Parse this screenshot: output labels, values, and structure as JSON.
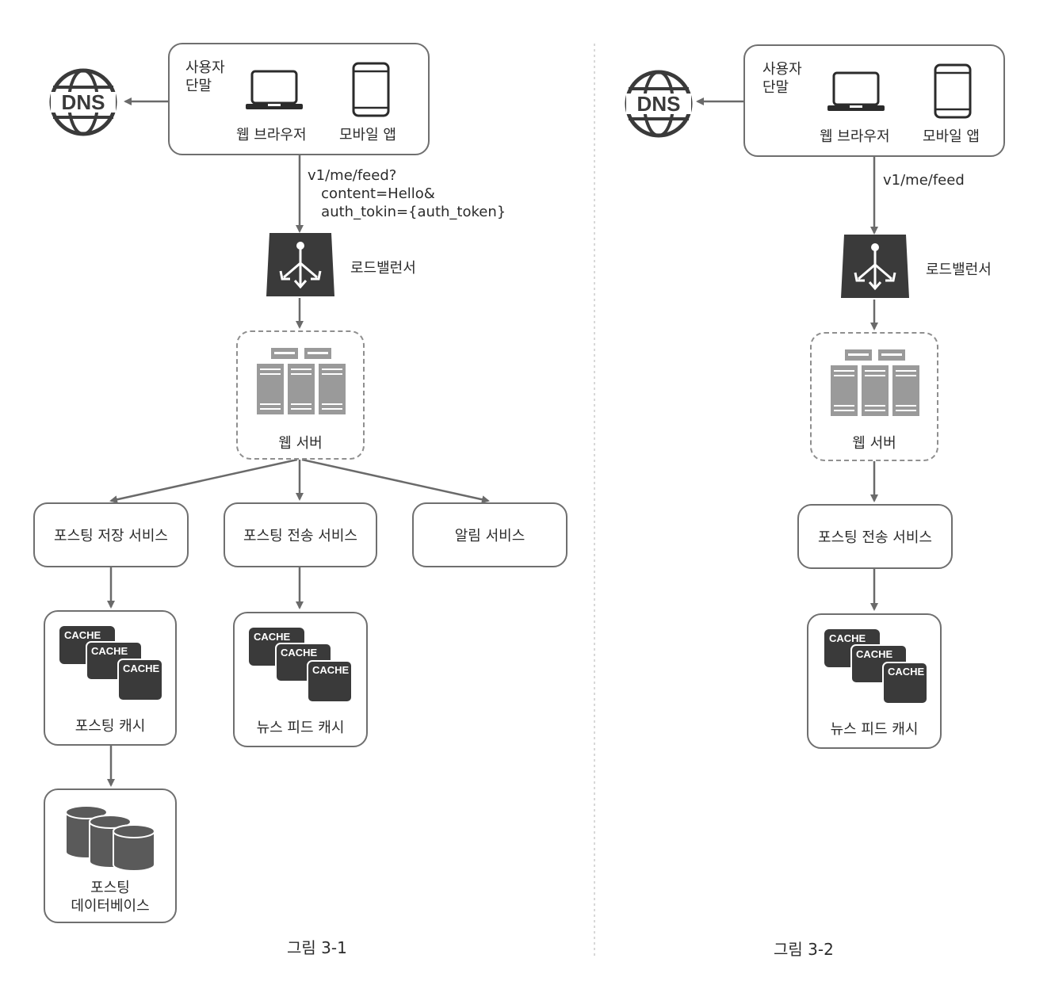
{
  "left": {
    "user_device": {
      "label": "사용자\n단말",
      "web_browser": "웹 브라우저",
      "mobile_app": "모바일 앱"
    },
    "dns": {
      "label": "DNS"
    },
    "api_call": "v1/me/feed?\n   content=Hello&\n   auth_tokin={auth_token}",
    "load_balancer": "로드밸런서",
    "web_server": "웹 서버",
    "services": [
      "포스팅 저장 서비스",
      "포스팅 전송 서비스",
      "알림 서비스"
    ],
    "cache_word": "CACHE",
    "post_cache": "포스팅 캐시",
    "news_feed_cache": "뉴스 피드 캐시",
    "post_db": "포스팅\n데이터베이스",
    "caption": "그림 3-1"
  },
  "right": {
    "user_device": {
      "label": "사용자\n단말",
      "web_browser": "웹 브라우저",
      "mobile_app": "모바일 앱"
    },
    "dns": {
      "label": "DNS"
    },
    "api_call": "v1/me/feed",
    "load_balancer": "로드밸런서",
    "web_server": "웹 서버",
    "service": "포스팅 전송 서비스",
    "cache_word": "CACHE",
    "news_feed_cache": "뉴스 피드 캐시",
    "caption": "그림 3-2"
  },
  "colors": {
    "line": "#6a6a6a",
    "icon_dark": "#3a3a3a",
    "server": "#9a9a9a",
    "divider": "#bdbdbd"
  }
}
